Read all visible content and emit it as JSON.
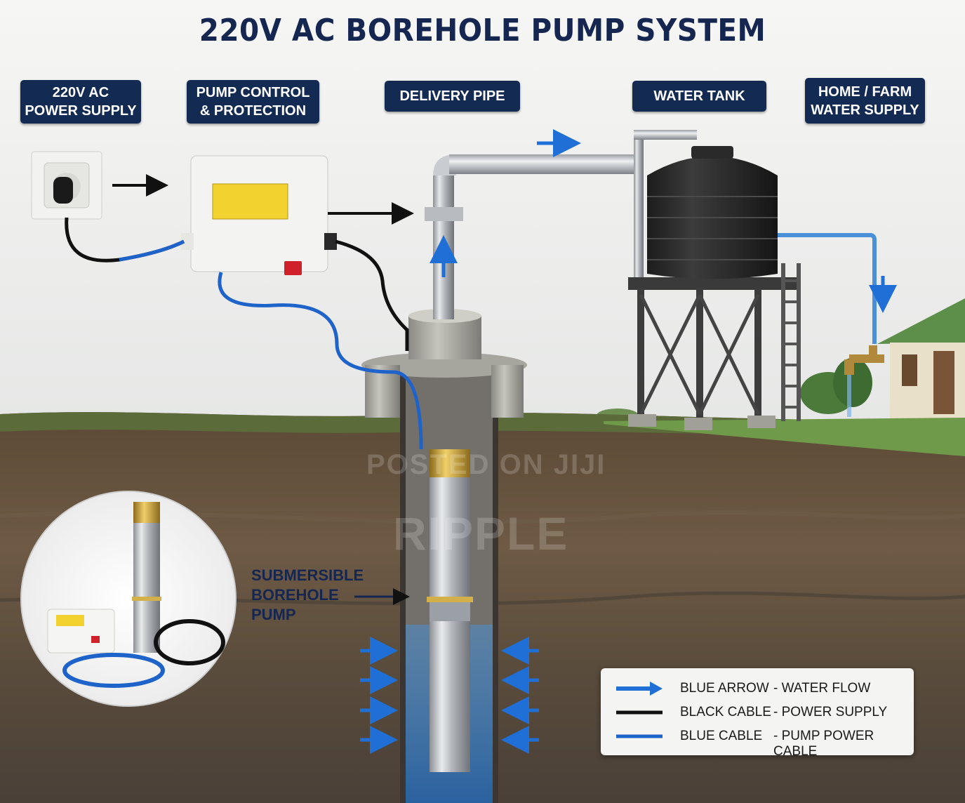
{
  "title": "220V AC BOREHOLE PUMP SYSTEM",
  "labels": {
    "power_supply": [
      "220V AC",
      "POWER SUPPLY"
    ],
    "pump_control": [
      "PUMP CONTROL",
      "& PROTECTION"
    ],
    "delivery_pipe": [
      "DELIVERY PIPE"
    ],
    "water_tank": [
      "WATER TANK"
    ],
    "home_farm": [
      "HOME / FARM",
      "WATER SUPPLY"
    ]
  },
  "pump_callout": [
    "SUBMERSIBLE",
    "BOREHOLE",
    "PUMP"
  ],
  "legend": [
    {
      "key": "BLUE ARROW",
      "desc": "- WATER FLOW",
      "swatch": "blue-arrow"
    },
    {
      "key": "BLACK CABLE",
      "desc": "- POWER SUPPLY",
      "swatch": "black-line"
    },
    {
      "key": "BLUE CABLE",
      "desc": "- PUMP POWER CABLE",
      "swatch": "blue-line"
    }
  ],
  "watermarks": [
    "POSTED ON JIJI",
    "RIPPLE"
  ],
  "colors": {
    "label_bg": "#132a52",
    "title": "#152650",
    "water_flow": "#1f6fd6",
    "power_cable": "#111111",
    "pump_cable": "#1e63c9"
  }
}
